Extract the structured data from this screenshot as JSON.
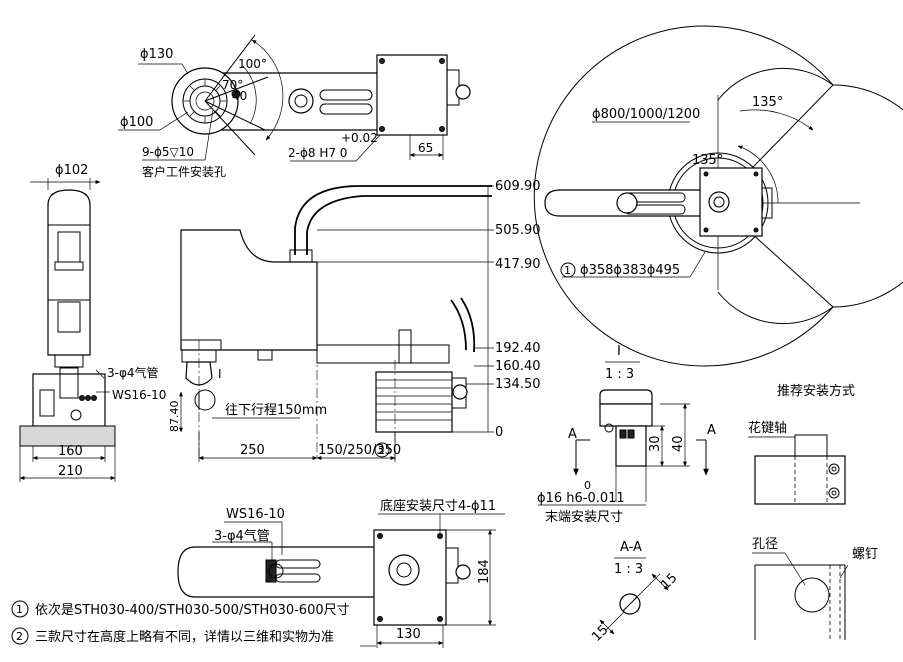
{
  "top_view": {
    "dia_130": "ϕ130",
    "dia_100": "ϕ100",
    "angle_100": "100°",
    "angle_70": "70°",
    "angle_40": "40",
    "holes_9": "9-ϕ5▽10",
    "customer_holes": "客户工件安装孔",
    "tol_plus": "+0.02",
    "pin_holes": "2-ϕ8 H7 0",
    "dim_65": "65"
  },
  "left_view": {
    "dia_102": "ϕ102",
    "air_pipe": "3-φ4气管",
    "ws_connector": "WS16-10",
    "dim_160": "160",
    "dim_210": "210"
  },
  "front_view": {
    "h_609": "609.90",
    "h_505": "505.90",
    "h_417": "417.90",
    "h_192": "192.40",
    "h_160": "160.40",
    "h_134": "134.50",
    "h_0": "0",
    "dim_87": "87.40",
    "stroke_text": "往下行程150mm",
    "detail_mark": "I",
    "dim_250": "250",
    "dim_150_350": "150/250/350",
    "note_circle_2": "2"
  },
  "workspace": {
    "reach_diameters": "ϕ800/1000/1200",
    "note_circle_1": "1",
    "inner_diameters": "ϕ358ϕ383ϕ495",
    "angle_135_outer": "135°",
    "angle_135_inner": "135°"
  },
  "detail_I": {
    "title": "I",
    "scale": "1 : 3",
    "label_a_left": "A",
    "label_a_right": "A",
    "dim_30": "30",
    "dim_40": "40",
    "tol_zero": "0",
    "shaft_fit": "ϕ16 h6-0.011",
    "end_mount": "末端安装尺寸"
  },
  "section_AA": {
    "title": "A-A",
    "scale": "1 : 3",
    "dim_15_a": "15",
    "dim_15_b": "15"
  },
  "recommend": {
    "title": "推荐安装方式",
    "spline_shaft": "花键轴",
    "bore": "孔径",
    "screw": "螺钉"
  },
  "bottom_view": {
    "ws_connector": "WS16-10",
    "air_pipe": "3-φ4气管",
    "base_holes": "底座安装尺寸4-ϕ11",
    "dim_184": "184",
    "dim_130": "130"
  },
  "notes": {
    "n1_mark": "1",
    "n1_text": "依次是STH030-400/STH030-500/STH030-600尺寸",
    "n2_mark": "2",
    "n2_text": "三款尺寸在高度上略有不同，详情以三维和实物为准"
  }
}
